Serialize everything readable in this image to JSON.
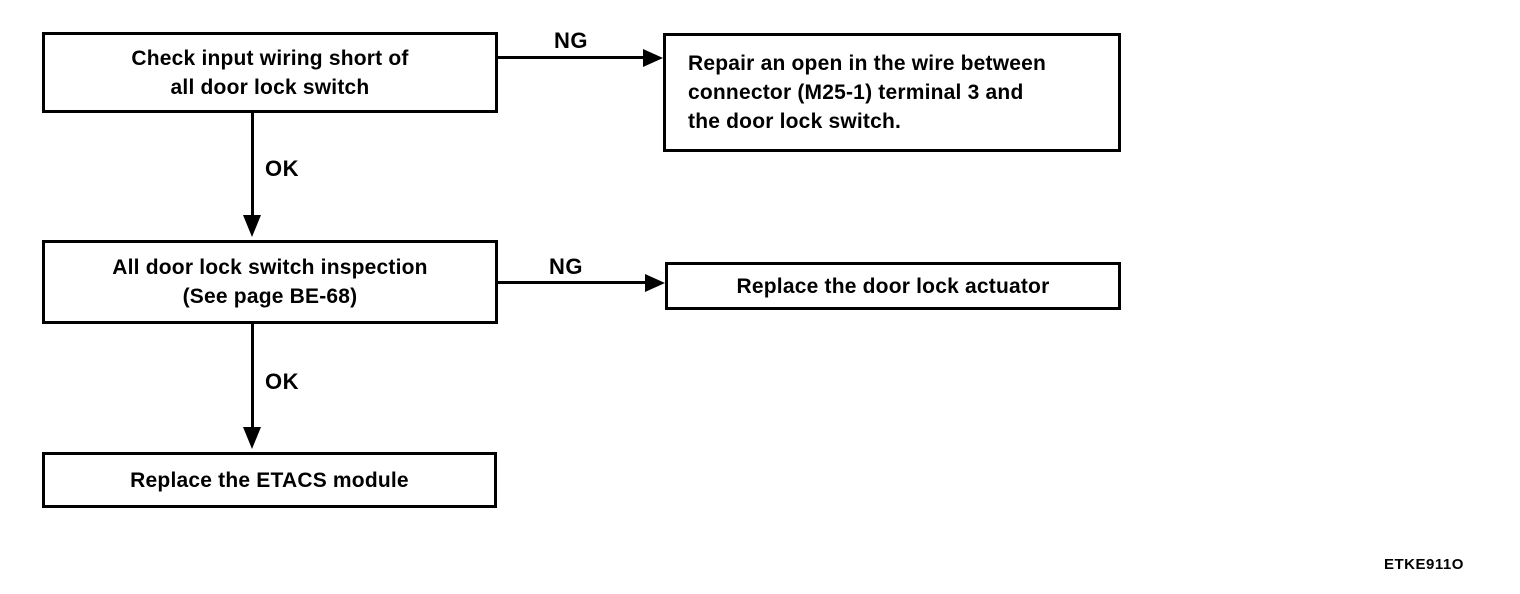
{
  "page": {
    "background_color": "#ffffff",
    "ink_color": "#000000",
    "figure_code": "ETKE911O"
  },
  "flowchart": {
    "nodes": [
      {
        "id": "check-input-wiring",
        "lines": [
          "Check input wiring short of",
          "all door lock switch"
        ]
      },
      {
        "id": "repair-open-wire",
        "lines": [
          "Repair an open in the wire between",
          "connector (M25-1) terminal 3 and",
          "the door lock switch."
        ]
      },
      {
        "id": "door-lock-switch-inspection",
        "lines": [
          "All door lock switch inspection",
          "(See page BE-68)"
        ]
      },
      {
        "id": "replace-door-lock-actuator",
        "lines": [
          "Replace the door lock actuator"
        ]
      },
      {
        "id": "replace-etacs-module",
        "lines": [
          "Replace the ETACS module"
        ]
      }
    ],
    "edges": [
      {
        "from": "check-input-wiring",
        "to": "repair-open-wire",
        "label": "NG",
        "direction": "right"
      },
      {
        "from": "check-input-wiring",
        "to": "door-lock-switch-inspection",
        "label": "OK",
        "direction": "down"
      },
      {
        "from": "door-lock-switch-inspection",
        "to": "replace-door-lock-actuator",
        "label": "NG",
        "direction": "right"
      },
      {
        "from": "door-lock-switch-inspection",
        "to": "replace-etacs-module",
        "label": "OK",
        "direction": "down"
      }
    ]
  }
}
